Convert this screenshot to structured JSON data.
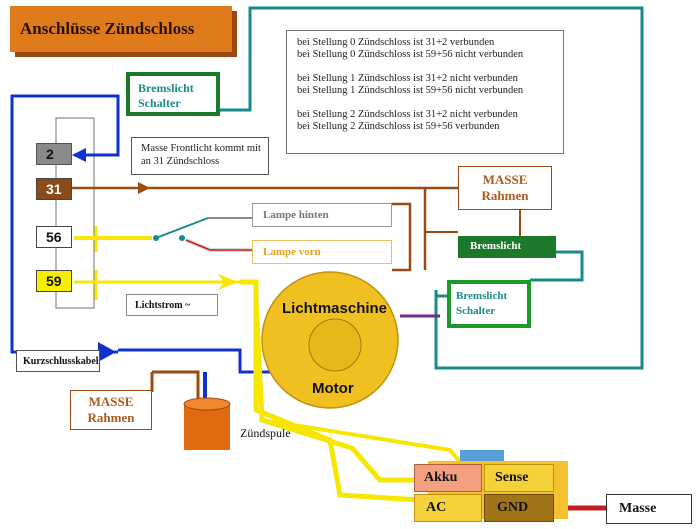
{
  "title": "Anschlüsse Zündschloss",
  "info_lines": [
    "bei Stellung 0 Zündschloss ist 31+2 verbunden",
    "bei Stellung 0 Zündschloss ist 59+56 nicht verbunden",
    "bei Stellung 1 Zündschloss ist 31+2 nicht verbunden",
    "bei Stellung 1 Zündschloss ist 59+56 nicht verbunden",
    "bei Stellung 2 Zündschloss ist 31+2 nicht verbunden",
    "bei Stellung 2 Zündschloss ist 59+56  verbunden"
  ],
  "note": "Masse Frontlicht kommt mit an 31 Zündschloss",
  "terminals": {
    "t2": "2",
    "t31": "31",
    "t56": "56",
    "t59": "59"
  },
  "labels": {
    "bremslicht_schalter_top_1": "Bremslicht",
    "bremslicht_schalter_top_2": "Schalter",
    "masse_rahmen_right_1": "MASSE",
    "masse_rahmen_right_2": "Rahmen",
    "lampe_hinten": "Lampe hinten",
    "lampe_vorn": "Lampe vorn",
    "bremslicht": "Bremslicht",
    "bremslicht_schalter_right_1": "Bremslicht",
    "bremslicht_schalter_right_2": "Schalter",
    "lichtstrom": "Lichtstrom ~",
    "lichtmaschine": "Lichtmaschine",
    "motor": "Motor",
    "kurzschlusskabel": "Kurzschlusskabel",
    "masse_rahmen_left_1": "MASSE",
    "masse_rahmen_left_2": "Rahmen",
    "zuendspule": "Zündspule",
    "akku": "Akku",
    "sense": "Sense",
    "ac": "AC",
    "gnd": "GND",
    "masse": "Masse"
  },
  "colors": {
    "title_bg": "#e07b1c",
    "teal_wire": "#1a8a8a",
    "blue_wire": "#1030d0",
    "brown_wire": "#9a4a12",
    "yellow_wire": "#f6e600",
    "green_box": "#1a7a2a",
    "generator": "#f0c020",
    "coil": "#e06a10"
  }
}
